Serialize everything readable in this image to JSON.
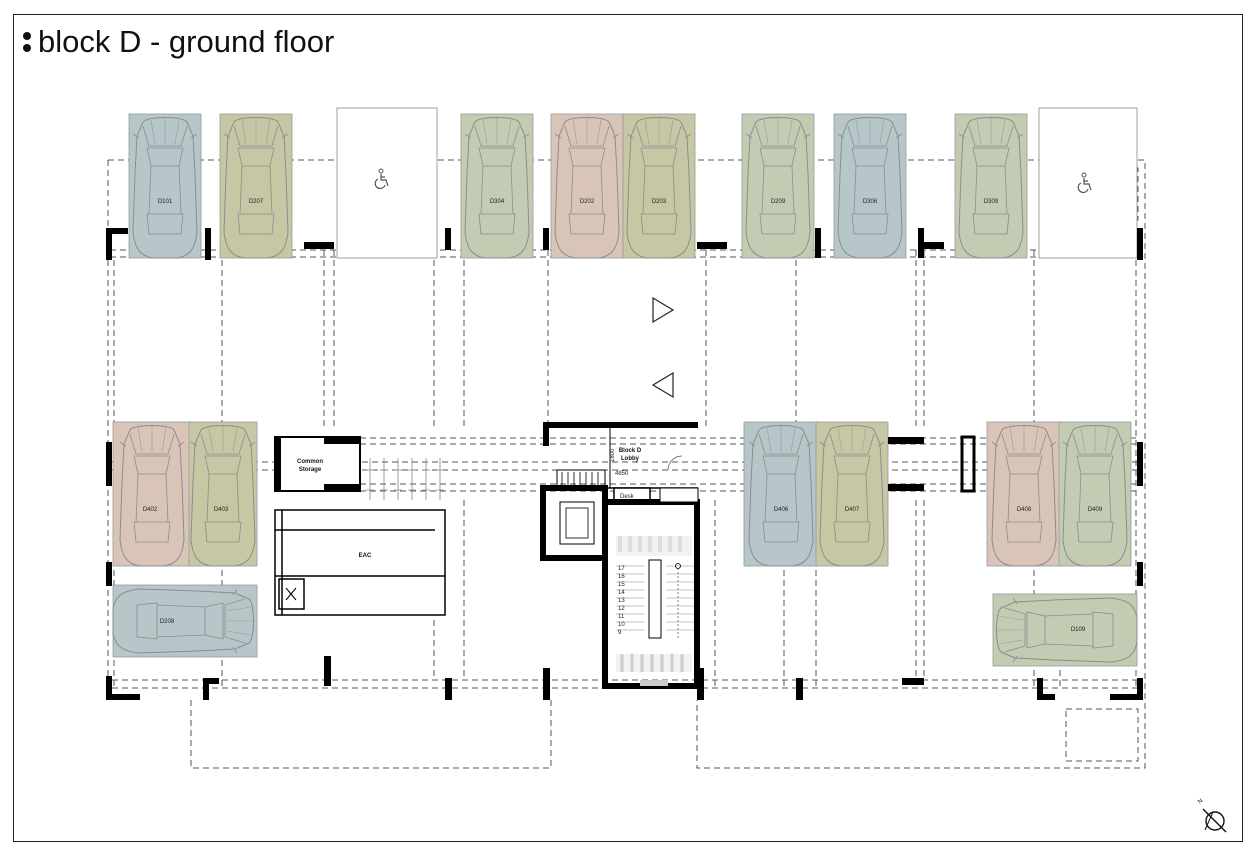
{
  "title": "block D - ground floor",
  "colors": {
    "blue": "#b7c6c8",
    "green": "#c1ccb2",
    "pink": "#d9c5b8",
    "olive": "#c7c7a6",
    "wall": "#000000",
    "line": "#555555"
  },
  "spaces": {
    "D101": "D101",
    "D207": "D207",
    "D304": "D304",
    "D202": "D202",
    "D203": "D203",
    "D209": "D209",
    "D306": "D306",
    "D309": "D309",
    "D402": "D402",
    "D403": "D403",
    "D406": "D406",
    "D407": "D407",
    "D408": "D408",
    "D409": "D409",
    "D208": "D208",
    "D109": "D109"
  },
  "rooms": {
    "common_storage": "Common\nStorage",
    "eac": "EAC",
    "lobby": "Block D\nLobby",
    "dim_1800": "1800",
    "dim_4850": "4850",
    "x_box": "X",
    "small_label": "Desk"
  },
  "stair_numbers": [
    "17",
    "16",
    "15",
    "14",
    "13",
    "12",
    "11",
    "10",
    "9"
  ],
  "icons": {
    "accessible": "accessible-parking-icon",
    "arrow_right": "arrow-right-icon",
    "arrow_left": "arrow-left-icon",
    "north": "north-arrow-icon"
  },
  "north_label": "N"
}
